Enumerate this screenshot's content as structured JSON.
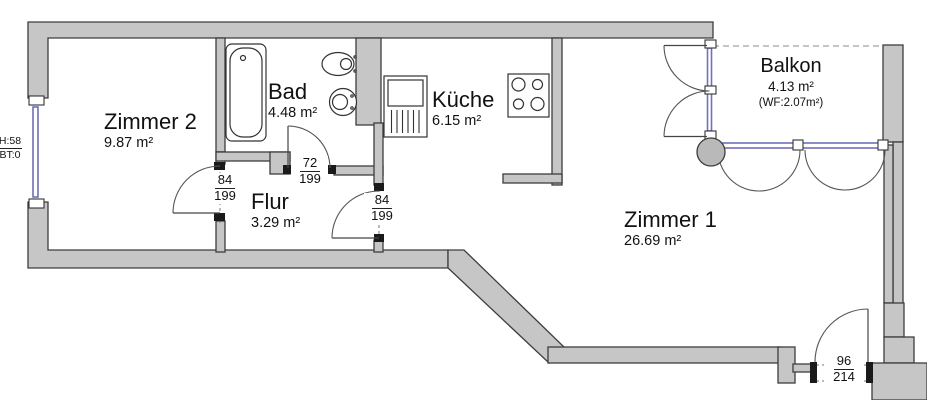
{
  "plan": {
    "rooms": {
      "zimmer2": {
        "name": "Zimmer 2",
        "area": "9.87 m²"
      },
      "bad": {
        "name": "Bad",
        "area": "4.48 m²"
      },
      "flur": {
        "name": "Flur",
        "area": "3.29 m²"
      },
      "kueche": {
        "name": "Küche",
        "area": "6.15 m²"
      },
      "zimmer1": {
        "name": "Zimmer 1",
        "area": "26.69 m²"
      },
      "balkon": {
        "name": "Balkon",
        "area": "4.13 m²",
        "note": "(WF:2.07m²)"
      }
    },
    "door_dimensions": {
      "door_zimmer2": {
        "width": "84",
        "height": "199"
      },
      "door_bad": {
        "width": "72",
        "height": "199"
      },
      "door_zimmer1": {
        "width": "84",
        "height": "199"
      },
      "door_entry": {
        "width": "96",
        "height": "214"
      }
    },
    "window_annotation": {
      "top": "H:58",
      "bottom": "BT:0"
    },
    "colors": {
      "wall_fill": "#c6c6c6",
      "wall_stroke": "#3d3d3d",
      "glazing_blue": "#7070bb",
      "background": "#ffffff"
    }
  }
}
